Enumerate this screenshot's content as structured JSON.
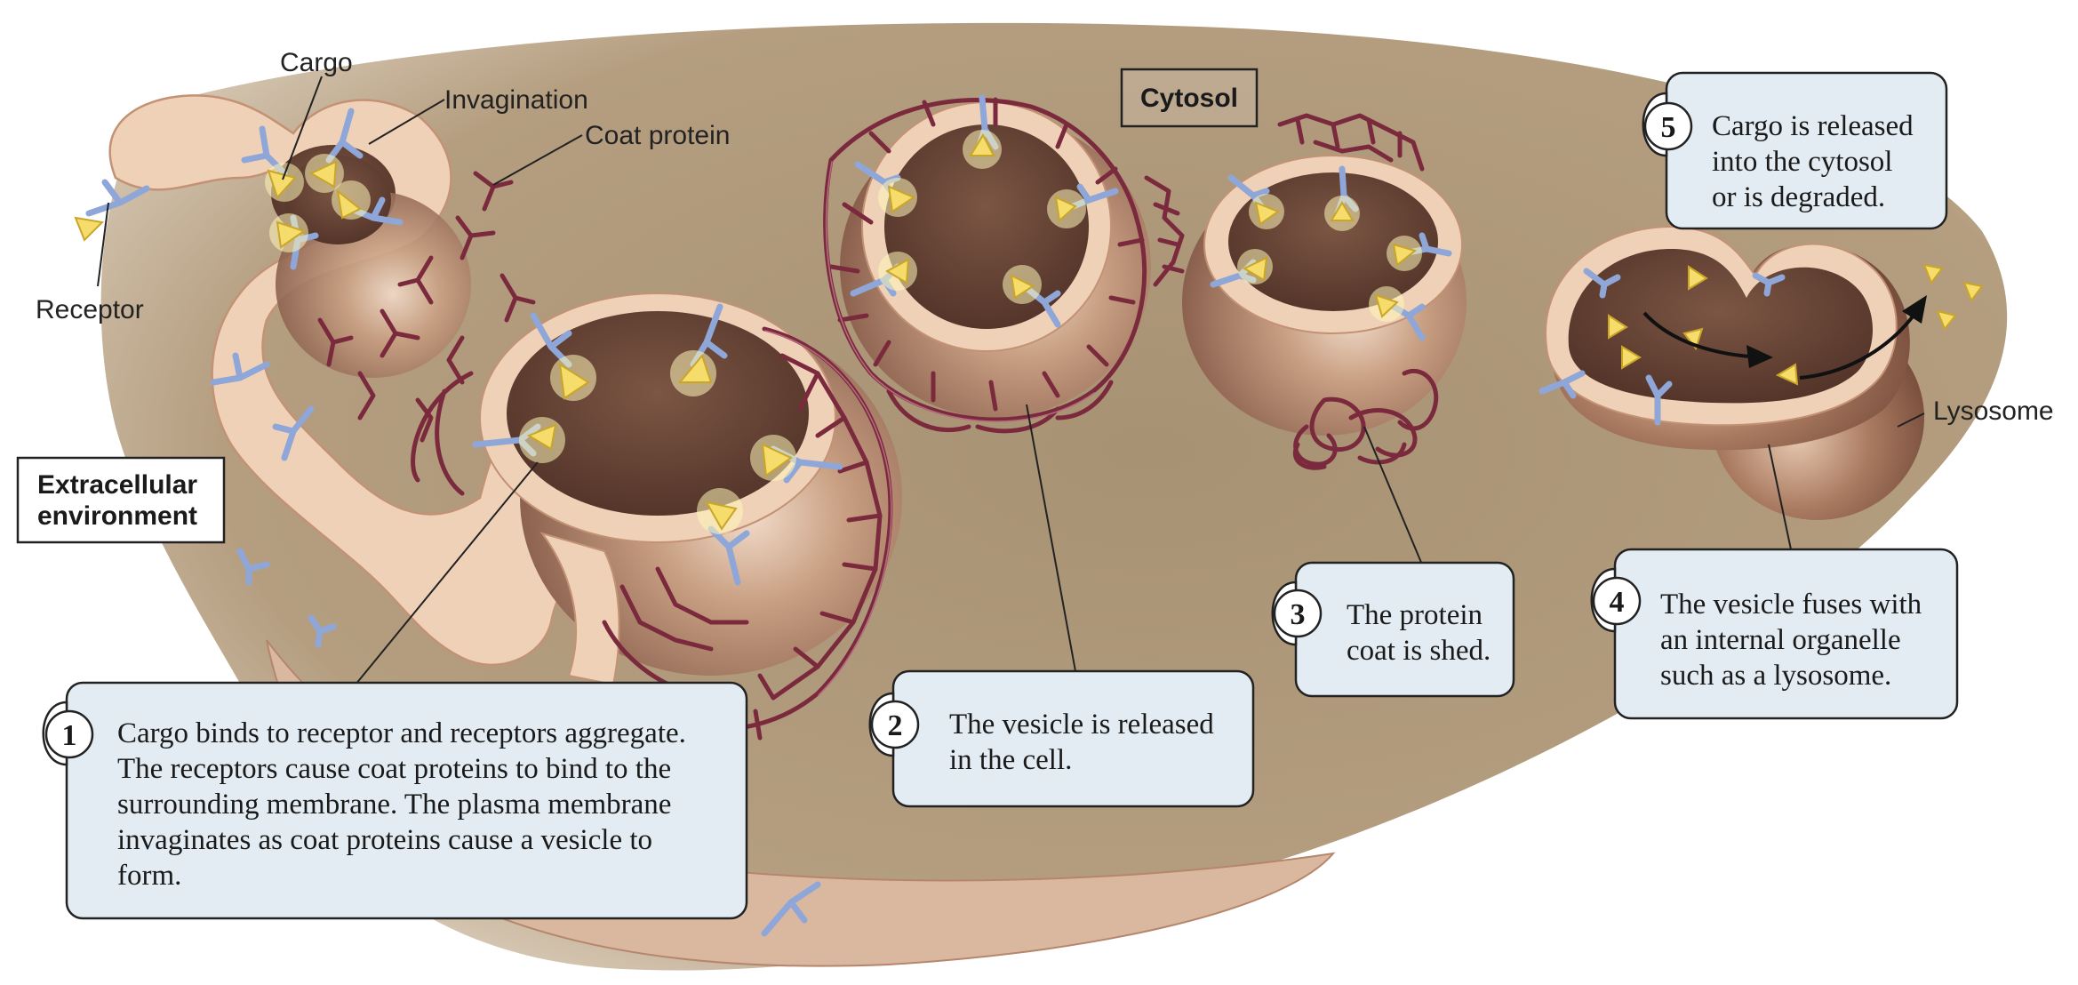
{
  "labels": {
    "cargo": "Cargo",
    "invagination": "Invagination",
    "coat_protein": "Coat protein",
    "receptor": "Receptor",
    "lysosome": "Lysosome"
  },
  "boxes": {
    "cytosol": "Cytosol",
    "extracellular_line1": "Extracellular",
    "extracellular_line2": "environment"
  },
  "steps": [
    {
      "number": "1",
      "lines": [
        "Cargo binds to receptor and receptors aggregate.",
        "The receptors cause coat proteins to bind to the",
        "surrounding membrane. The plasma membrane",
        "invaginates as coat proteins cause a vesicle to",
        "form."
      ]
    },
    {
      "number": "2",
      "lines": [
        "The vesicle is released",
        "in the cell."
      ]
    },
    {
      "number": "3",
      "lines": [
        "The protein",
        "coat is shed."
      ]
    },
    {
      "number": "4",
      "lines": [
        "The vesicle fuses with",
        "an internal organelle",
        "such as a lysosome."
      ]
    },
    {
      "number": "5",
      "lines": [
        "Cargo is released",
        "into the cytosol",
        "or is degraded."
      ]
    }
  ],
  "colors": {
    "cytosol": "#b29a7c",
    "membrane": "#efd1b8",
    "vesicle_lumen": "#6e4a3a",
    "coat": "#7a2a3c",
    "receptor": "#8fa6d8",
    "cargo": "#f6dc6a",
    "callout": "#e2ecf2"
  }
}
